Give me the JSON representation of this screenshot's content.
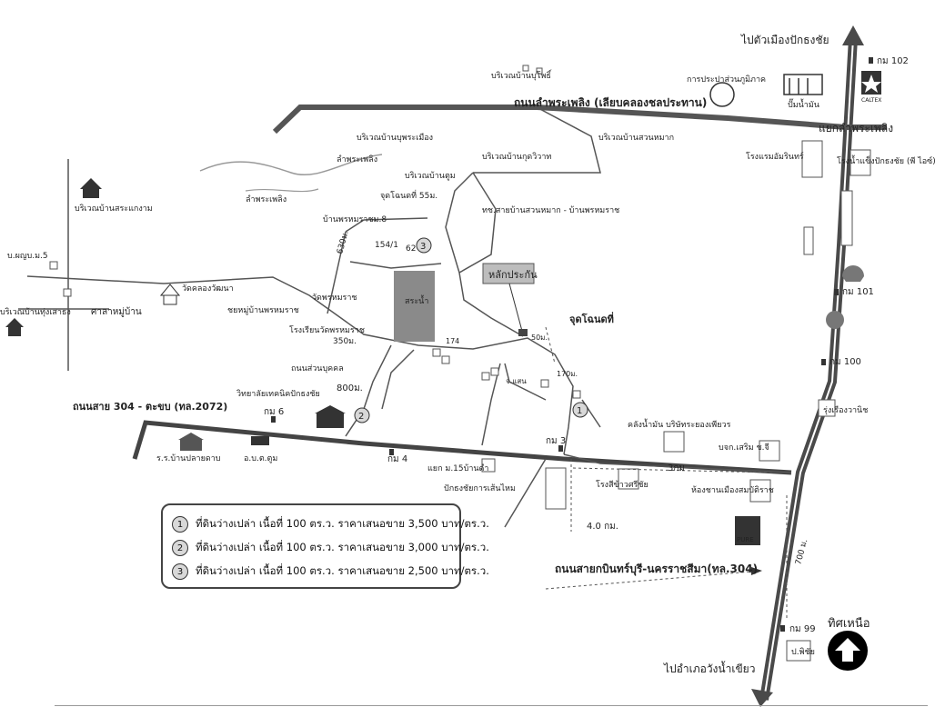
{
  "map": {
    "roads": {
      "main_highway": "ถนนสายกบินทร์บุรี-นครราชสีมา(ทล.304)",
      "canal_road": "ถนนลำพระเพลิง (เลียบคลองชลประทาน)",
      "road_304": "ถนนสาย 304 - ตะขบ  (ทล.2072)",
      "local_road": "ถนนส่วนบุคคล",
      "side_road": "ทช.สายบ้านสวนหมาก - บ้านพรหมราช"
    },
    "directions": {
      "to_city": "ไปตัวเมืองปักธงชัย",
      "to_wang_nam_khiao": "ไปอำเภอวังน้ำเขียว",
      "north_label": "ทิศเหนือ",
      "canal_intersection": "แยกลำพระเพลิง"
    },
    "km_markers": [
      "กม 102",
      "กม 101",
      "กม 100",
      "กม 99",
      "กม 6",
      "กม 3",
      "กม 4"
    ],
    "distances": [
      "630ม.",
      "350ม.",
      "800ม.",
      "3กม",
      "4.0 กม.",
      "700 ม.",
      "170ม.",
      "50ม.",
      "55ม."
    ],
    "places": {
      "bua_pho": "บริเวณบ้านบุโพธิ์",
      "bu_phra_mueang": "บริเวณบ้านบุพระเมือง",
      "suan_mak": "บริเวณบ้านสวนหมาก",
      "kut_kriwat": "บริเวณบ้านกุดวิวาท",
      "bu_tum": "บริเวณบ้านตูม",
      "sa_kaeng_ngam": "บริเวณบ้านสระแกงาม",
      "thung_sao": "บริเวณบ้านทุ่งเสาธง",
      "phrom_rat": "บ้านพรหมราชม.8",
      "village_marker": "บ.ผญบ.ม.5",
      "sala": "ศาลาหมู่บ้าน",
      "wat_khlong": "วัดคลองวัฒนา",
      "wat_phrom": "วัดพรหมราช",
      "school_phrom": "โรงเรียนวัดพรหมราช",
      "chuan": "ชยหมู่บ้านพรหมราช",
      "pond": "สระน้ำ",
      "lam_phra_phloeng_1": "ลำพระเพลิง",
      "lam_phra_phloeng_2": "ลำพระเพลิง",
      "viewpoint_1": "จุดโฉนดที่ 55ม.",
      "viewpoint_main": "จุดโฉนดที่",
      "marker_sign": "หลักประกัน",
      "pea": "การประปาส่วนภูมิภาค",
      "gas_station": "ปั๊มน้ำมัน",
      "hotel": "โรงแรมอัมรินทร์",
      "ice_factory": "โรงน้ำแข็งปักธงชัย (พี ไอซ์)",
      "college": "วิทยาลัยเทคนิคปักธงชัย",
      "school_baan": "ร.ร.บ้านปลายดาบ",
      "aobt": "อ.บ.ต.ตูม",
      "warehouse": "คลังน้ำมัน บริษัทระยองเพียวร",
      "cooperative": "บจก.เสริม ช.จี",
      "rice_mill": "โรงสีข้าวศรีชัย",
      "housing": "ห้องชานเมืองสมบัติราช",
      "factory": "ปักธงชัยการเส้นไหม",
      "ex_road": "แยก ม.15บ้านดำ",
      "pichai": "ป.พิชัย",
      "village_shop": "รุ่งเรืองวานิช",
      "lot_1": "154/1",
      "lot_2": "62",
      "lot_3": "174",
      "lot_4": "จ.แสน"
    },
    "brands": {
      "caltex": "CALTEX",
      "pure": "PURE"
    }
  },
  "legend": [
    {
      "num": "1",
      "text": "ที่ดินว่างเปล่า เนื้อที่ 100 ตร.ว. ราคาเสนอขาย 3,500 บาท/ตร.ว."
    },
    {
      "num": "2",
      "text": "ที่ดินว่างเปล่า เนื้อที่ 100 ตร.ว. ราคาเสนอขาย 3,000 บาท/ตร.ว."
    },
    {
      "num": "3",
      "text": "ที่ดินว่างเปล่า เนื้อที่ 100 ตร.ว. ราคาเสนอขาย 2,500 บาท/ตร.ว."
    }
  ],
  "colors": {
    "road": "#444444",
    "highway": "#4a4a4a",
    "pond": "#8a8a8a",
    "circle_bg": "#d8d8d8"
  }
}
